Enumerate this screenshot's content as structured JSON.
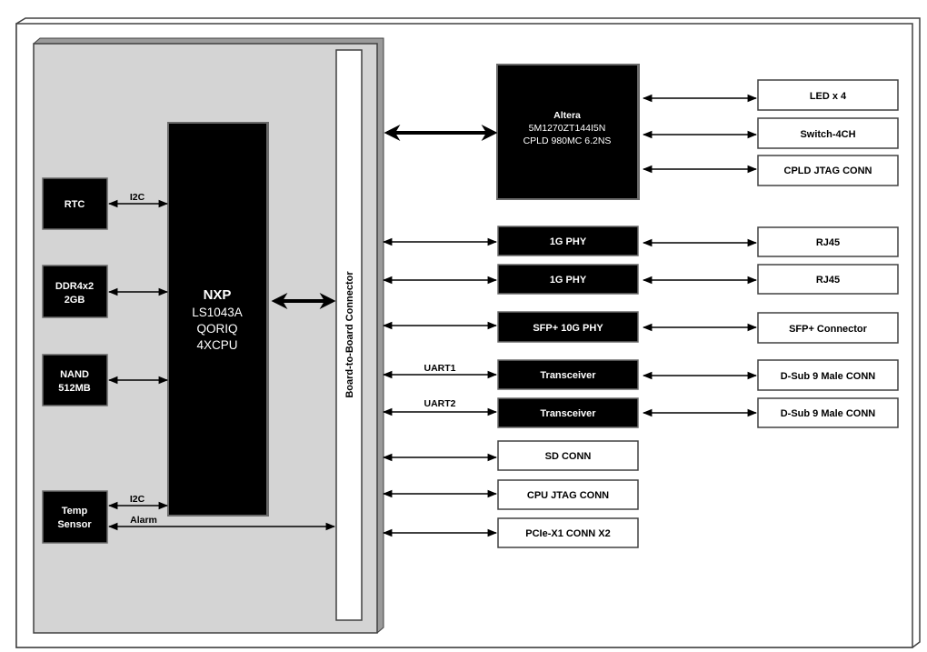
{
  "colors": {
    "module_fill": "#d4d4d4",
    "block_fill": "#000000",
    "outline": "#404040"
  },
  "module": {
    "connector": "Board-to-Board Connector",
    "cpu": {
      "title": "NXP",
      "lines": [
        "LS1043A",
        "QORIQ",
        "4XCPU"
      ]
    },
    "rtc": "RTC",
    "ddr": [
      "DDR4x2",
      "2GB"
    ],
    "nand": [
      "NAND",
      "512MB"
    ],
    "temp": [
      "Temp",
      "Sensor"
    ],
    "labels": {
      "rtc_bus": "I2C",
      "temp_bus": "I2C",
      "alarm": "Alarm"
    }
  },
  "carrier": {
    "cpld": [
      "Altera",
      "5M1270ZT144I5N",
      "CPLD 980MC 6.2NS"
    ],
    "cpld_targets": [
      "LED x 4",
      "Switch-4CH",
      "CPLD JTAG CONN"
    ],
    "phy1": "1G PHY",
    "phy2": "1G PHY",
    "sfp": "SFP+ 10G PHY",
    "trans1": "Transceiver",
    "trans2": "Transceiver",
    "rj45_1": "RJ45",
    "rj45_2": "RJ45",
    "sfp_conn": "SFP+ Connector",
    "dsub1": "D-Sub 9 Male CONN",
    "dsub2": "D-Sub 9 Male CONN",
    "uart1": "UART1",
    "uart2": "UART2",
    "sd": "SD CONN",
    "cpu_jtag": "CPU JTAG CONN",
    "pcie": "PCIe-X1 CONN X2"
  }
}
